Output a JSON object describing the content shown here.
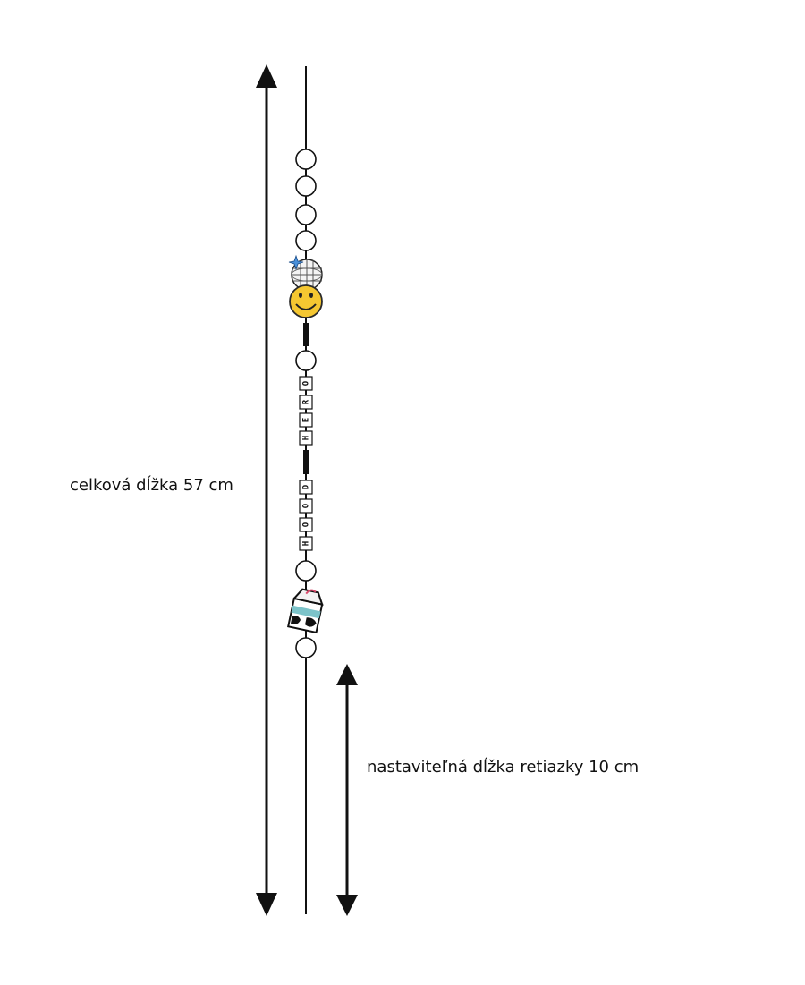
{
  "labels": {
    "total_length": "celková dĺžka 57 cm",
    "adjustable_length": "nastaviteľná dĺžka retiazky 10 cm"
  },
  "letter_beads_top": [
    "O",
    "R",
    "E",
    "H"
  ],
  "letter_beads_bottom": [
    "D",
    "O",
    "O",
    "H"
  ],
  "colors": {
    "line": "#111111",
    "smiley": "#f5c731",
    "carton": "#7cc3c9"
  },
  "icons": [
    "disco-ball-icon",
    "smiley-face-icon",
    "milk-carton-icon",
    "arrow-up-icon",
    "arrow-down-icon"
  ]
}
